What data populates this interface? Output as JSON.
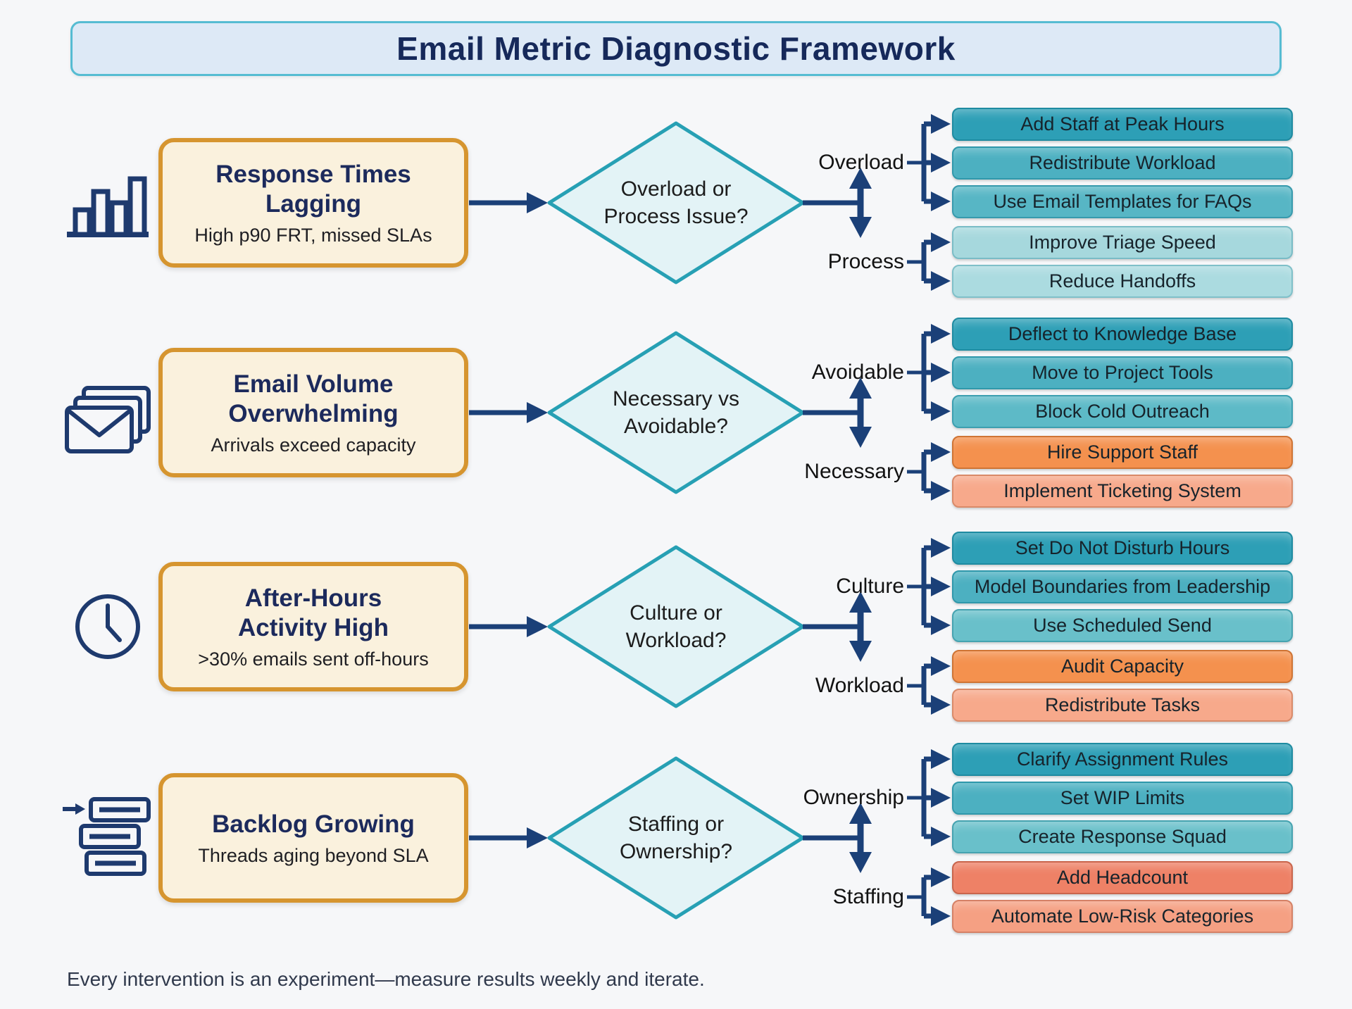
{
  "title": "Email Metric Diagnostic Framework",
  "footer": "Every intervention is an experiment—measure results weekly and iterate.",
  "colors": {
    "background": "#f6f7f9",
    "arrow_navy": "#1b4078",
    "banner_fill": "#dde9f6",
    "banner_border": "#56bcd2",
    "problem_fill": "#faf1dd",
    "problem_border": "#d6952f",
    "diamond_fill": "#e3f3f6",
    "diamond_border": "#27a0b4"
  },
  "rows": [
    {
      "icon": "bar-chart-icon",
      "problem": {
        "title": "Response Times\nLagging",
        "subtitle": "High p90 FRT, missed SLAs"
      },
      "decision": "Overload or\nProcess Issue?",
      "branches": [
        {
          "label": "Overload",
          "actions": [
            {
              "text": "Add Staff at Peak Hours",
              "color": "#2d9fb6",
              "border": "#1e8ba1"
            },
            {
              "text": "Redistribute Workload",
              "color": "#4cb0c1",
              "border": "#2f98ab"
            },
            {
              "text": "Use Email Templates for FAQs",
              "color": "#57b6c5",
              "border": "#379aad"
            }
          ]
        },
        {
          "label": "Process",
          "actions": [
            {
              "text": "Improve Triage Speed",
              "color": "#a6d8dd",
              "border": "#79bcc6"
            },
            {
              "text": "Reduce Handoffs",
              "color": "#abdbe0",
              "border": "#7fc0c9"
            }
          ]
        }
      ]
    },
    {
      "icon": "mail-stack-icon",
      "problem": {
        "title": "Email Volume\nOverwhelming",
        "subtitle": "Arrivals exceed capacity"
      },
      "decision": "Necessary vs\nAvoidable?",
      "branches": [
        {
          "label": "Avoidable",
          "actions": [
            {
              "text": "Deflect to Knowledge Base",
              "color": "#2d9fb6",
              "border": "#1e8ba1"
            },
            {
              "text": "Move to Project Tools",
              "color": "#4cb0c1",
              "border": "#2f98ab"
            },
            {
              "text": "Block Cold Outreach",
              "color": "#5dbac7",
              "border": "#3c9fb0"
            }
          ]
        },
        {
          "label": "Necessary",
          "actions": [
            {
              "text": "Hire Support Staff",
              "color": "#f4914e",
              "border": "#cf7434"
            },
            {
              "text": "Implement Ticketing System",
              "color": "#f7a98b",
              "border": "#d98a69"
            }
          ]
        }
      ]
    },
    {
      "icon": "clock-icon",
      "problem": {
        "title": "After-Hours\nActivity High",
        "subtitle": ">30% emails sent off-hours"
      },
      "decision": "Culture or\nWorkload?",
      "branches": [
        {
          "label": "Culture",
          "actions": [
            {
              "text": "Set Do Not Disturb Hours",
              "color": "#2d9fb6",
              "border": "#1e8ba1"
            },
            {
              "text": "Model Boundaries from Leadership",
              "color": "#4cb0c1",
              "border": "#2f98ab"
            },
            {
              "text": "Use Scheduled Send",
              "color": "#69c0ca",
              "border": "#46a3b0"
            }
          ]
        },
        {
          "label": "Workload",
          "actions": [
            {
              "text": "Audit Capacity",
              "color": "#f4914e",
              "border": "#cf7434"
            },
            {
              "text": "Redistribute Tasks",
              "color": "#f7a98b",
              "border": "#d98a69"
            }
          ]
        }
      ]
    },
    {
      "icon": "backlog-icon",
      "problem": {
        "title": "Backlog Growing",
        "subtitle": "Threads aging beyond SLA"
      },
      "decision": "Staffing or\nOwnership?",
      "branches": [
        {
          "label": "Ownership",
          "actions": [
            {
              "text": "Clarify Assignment Rules",
              "color": "#2d9fb6",
              "border": "#1e8ba1"
            },
            {
              "text": "Set WIP Limits",
              "color": "#4cb0c1",
              "border": "#2f98ab"
            },
            {
              "text": "Create Response Squad",
              "color": "#69c0ca",
              "border": "#46a3b0"
            }
          ]
        },
        {
          "label": "Staffing",
          "actions": [
            {
              "text": "Add Headcount",
              "color": "#ee8166",
              "border": "#c9654c"
            },
            {
              "text": "Automate Low-Risk Categories",
              "color": "#f5a083",
              "border": "#d58166"
            }
          ]
        }
      ]
    }
  ]
}
